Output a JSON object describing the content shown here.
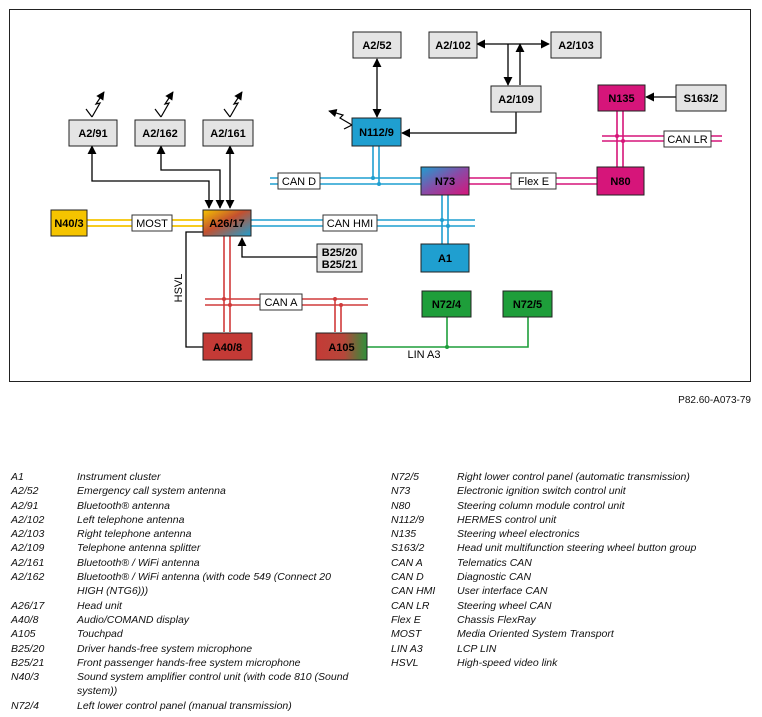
{
  "components": {
    "a2_52": "A2/52",
    "a2_102": "A2/102",
    "a2_103": "A2/103",
    "a2_109": "A2/109",
    "n135": "N135",
    "s163_2": "S163/2",
    "a2_91": "A2/91",
    "a2_162": "A2/162",
    "a2_161": "A2/161",
    "n112_9": "N112/9",
    "n73": "N73",
    "n80": "N80",
    "n40_3": "N40/3",
    "a26_17": "A26/17",
    "b25": "B25/20\nB25/21",
    "a1": "A1",
    "n72_4": "N72/4",
    "n72_5": "N72/5",
    "a40_8": "A40/8",
    "a105": "A105"
  },
  "buses": {
    "can_lr": "CAN LR",
    "can_d": "CAN D",
    "flex_e": "Flex E",
    "most": "MOST",
    "can_hmi": "CAN HMI",
    "can_a": "CAN A",
    "hsvl": "HSVL",
    "lin_a3": "LIN A3"
  },
  "colors": {
    "can_blue": "#1f9fd0",
    "can_red": "#d03b3b",
    "flex_magenta": "#d6157a",
    "most_yellow": "#f5c400",
    "lin_green": "#1e9e3a",
    "grey_box": "#e4e4e4"
  },
  "figure_id": "P82.60-A073-79",
  "legend_left": [
    {
      "code": "A1",
      "desc": "Instrument cluster"
    },
    {
      "code": "A2/52",
      "desc": "Emergency call system antenna"
    },
    {
      "code": "A2/91",
      "desc": "Bluetooth® antenna"
    },
    {
      "code": "A2/102",
      "desc": "Left telephone antenna"
    },
    {
      "code": "A2/103",
      "desc": "Right telephone antenna"
    },
    {
      "code": "A2/109",
      "desc": "Telephone antenna splitter"
    },
    {
      "code": "A2/161",
      "desc": "Bluetooth® / WiFi antenna"
    },
    {
      "code": "A2/162",
      "desc": "Bluetooth® / WiFi antenna (with code 549 (Connect 20 HIGH (NTG6)))"
    },
    {
      "code": "A26/17",
      "desc": "Head unit"
    },
    {
      "code": "A40/8",
      "desc": "Audio/COMAND display"
    },
    {
      "code": "A105",
      "desc": "Touchpad"
    },
    {
      "code": "B25/20",
      "desc": "Driver hands-free system microphone"
    },
    {
      "code": "B25/21",
      "desc": "Front passenger hands-free system microphone"
    },
    {
      "code": "N40/3",
      "desc": "Sound system amplifier control unit (with code 810 (Sound system))"
    },
    {
      "code": "N72/4",
      "desc": "Left lower control panel (manual transmission)"
    }
  ],
  "legend_right": [
    {
      "code": "N72/5",
      "desc": "Right lower control panel (automatic transmission)"
    },
    {
      "code": "N73",
      "desc": "Electronic ignition switch control unit"
    },
    {
      "code": "N80",
      "desc": "Steering column module control unit"
    },
    {
      "code": "N112/9",
      "desc": "HERMES control unit"
    },
    {
      "code": "N135",
      "desc": "Steering wheel electronics"
    },
    {
      "code": "S163/2",
      "desc": "Head unit multifunction steering wheel button group"
    },
    {
      "code": "CAN A",
      "desc": "Telematics CAN"
    },
    {
      "code": "CAN D",
      "desc": "Diagnostic CAN"
    },
    {
      "code": "CAN HMI",
      "desc": "User interface CAN"
    },
    {
      "code": "CAN LR",
      "desc": "Steering wheel CAN"
    },
    {
      "code": "Flex E",
      "desc": "Chassis FlexRay"
    },
    {
      "code": "MOST",
      "desc": "Media Oriented System Transport"
    },
    {
      "code": "LIN A3",
      "desc": "LCP LIN"
    },
    {
      "code": "HSVL",
      "desc": "High-speed video link"
    }
  ]
}
